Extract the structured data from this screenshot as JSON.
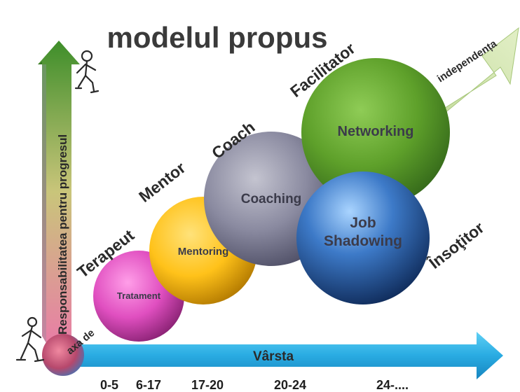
{
  "title": "modelul propus",
  "vertical_axis_label": "Responsabilitatea pentru progresul",
  "diagonal_axis_label": "independența",
  "origin_label": "axa de",
  "horizontal_axis_label": "Vârsta",
  "age_groups": [
    "0-5",
    "6-17",
    "17-20",
    "20-24",
    "24-...."
  ],
  "roles": [
    "Terapeut",
    "Mentor",
    "Coach",
    "Facilitator",
    "Însoţitor"
  ],
  "spheres": [
    {
      "label": "Tratament",
      "color": "#e04fc0"
    },
    {
      "label": "Mentoring",
      "color": "#ffc21a"
    },
    {
      "label": "Coaching",
      "color": "#8a8aa0"
    },
    {
      "label": "Networking",
      "color": "#5ea02a"
    },
    {
      "label": "Job\nShadowing",
      "color": "#3d7ac8"
    }
  ],
  "colors": {
    "vertical_arrow": "#3e8e2a",
    "horizontal_arrow": "#29abe2",
    "diagonal_arrow": "#c9df9a"
  },
  "icons": [
    "walking-figure-icon",
    "running-figure-icon"
  ]
}
